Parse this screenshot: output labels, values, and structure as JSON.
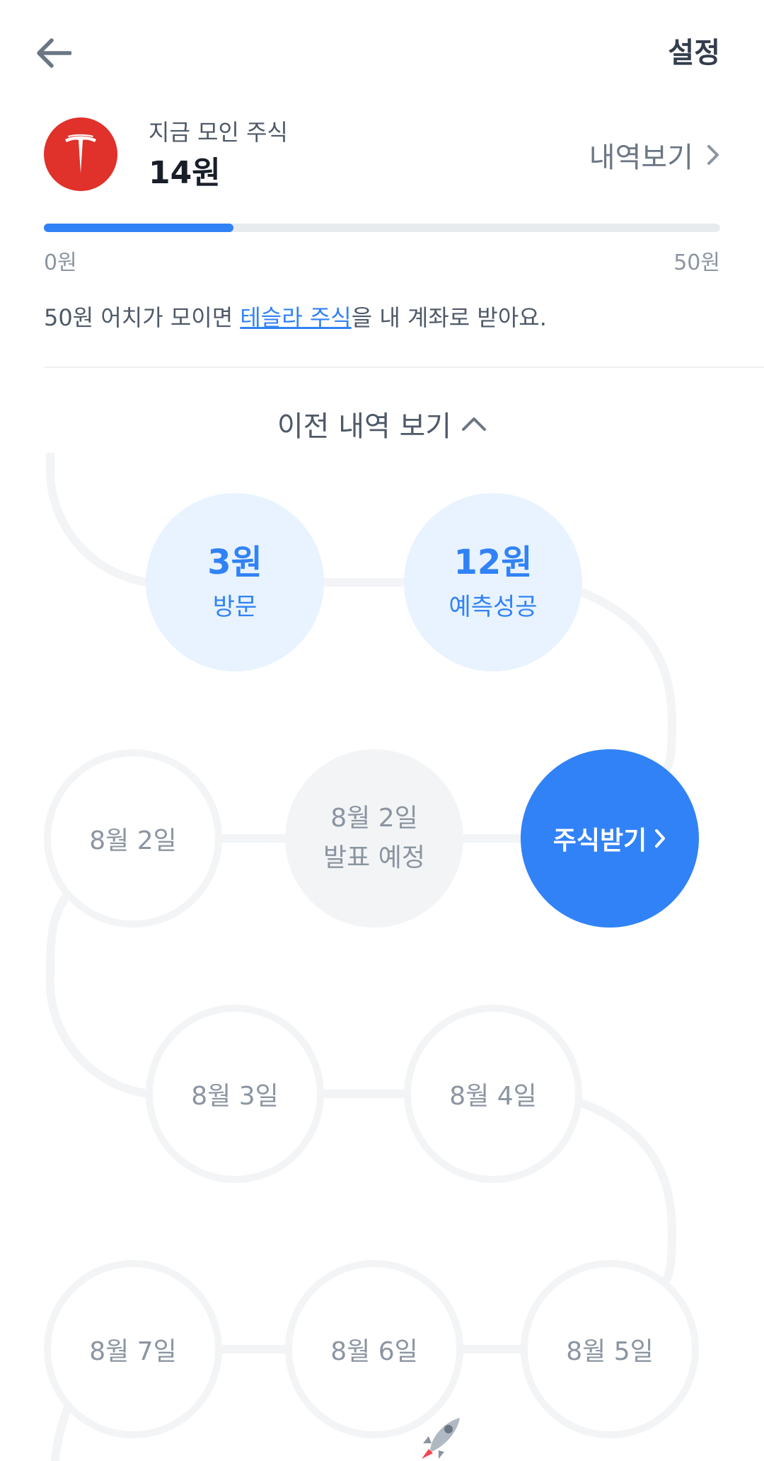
{
  "header": {
    "settings_label": "설정"
  },
  "summary": {
    "current_label": "지금 모인 주식",
    "current_amount": "14원",
    "history_link_label": "내역보기",
    "logo_icon": "tesla-logo-icon",
    "brand_color": "#e0312b"
  },
  "progress": {
    "min_label": "0원",
    "max_label": "50원",
    "value": 14,
    "max": 50,
    "fill_color": "#3182f6"
  },
  "description": {
    "prefix": "50원 어치가 모이면 ",
    "link": "테슬라 주식",
    "suffix": "을 내 계좌로 받아요."
  },
  "previous_toggle_label": "이전 내역 보기",
  "path": {
    "earned": [
      {
        "amount": "3원",
        "label": "방문"
      },
      {
        "amount": "12원",
        "label": "예측성공"
      }
    ],
    "row2": {
      "empty_date": "8월 2일",
      "pending_line1": "8월 2일",
      "pending_line2": "발표 예정",
      "cta_label": "주식받기"
    },
    "row3": [
      "8월 3일",
      "8월 4일"
    ],
    "row4": [
      "8월 7일",
      "8월 6일",
      "8월 5일"
    ],
    "track_color": "#f2f4f6",
    "accent_color": "#3182f6"
  }
}
